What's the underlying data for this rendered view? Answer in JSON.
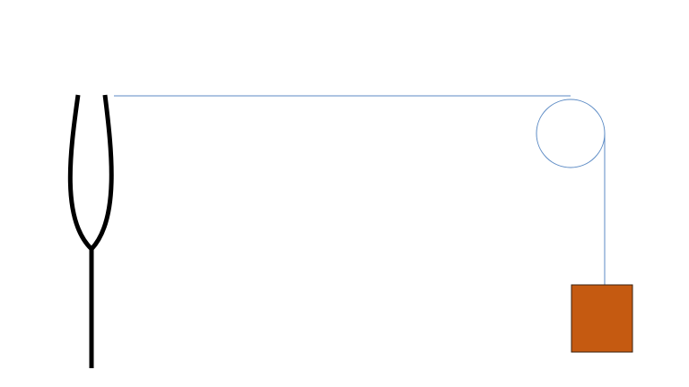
{
  "diagram": {
    "components": [
      "tuning-fork",
      "string",
      "pulley",
      "hanging-mass"
    ],
    "colors": {
      "background": "#ffffff",
      "tuning_fork": "#000000",
      "string": "#5b8ac4",
      "pulley": "#5b8ac4",
      "mass_fill": "#c55a11",
      "mass_stroke": "#3a2210"
    }
  }
}
